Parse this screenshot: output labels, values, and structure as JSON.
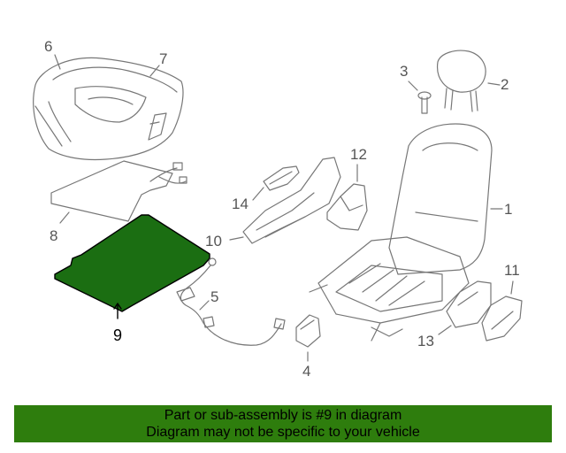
{
  "callouts": {
    "c1": "1",
    "c2": "2",
    "c3": "3",
    "c4": "4",
    "c5": "5",
    "c6": "6",
    "c7": "7",
    "c8": "8",
    "c9": "9",
    "c10": "10",
    "c11": "11",
    "c12": "12",
    "c13": "13",
    "c14": "14"
  },
  "banner": {
    "line1": "Part or sub-assembly is #9 in diagram",
    "line2": "Diagram may not be specific to your vehicle"
  },
  "colors": {
    "highlight_fill": "#1b6e12",
    "banner_bg": "#2e7d0d",
    "line": "#777777"
  }
}
